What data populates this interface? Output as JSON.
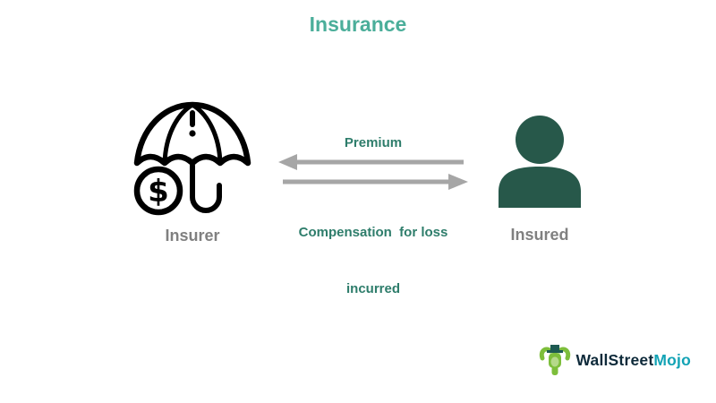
{
  "title": "Insurance",
  "colors": {
    "title_text": "#4BAE9A",
    "flow_label": "#2E7D6B",
    "arrow": "#A6A6A6",
    "entity_label": "#808080",
    "person": "#27584A",
    "icon_outline": "#000000",
    "logo_dark": "#0E2A3A",
    "logo_teal": "#13A3B5",
    "mascot_green": "#7DBE3B",
    "mascot_dark": "#1D5A52",
    "mascot_light": "#B5D98A"
  },
  "diagram": {
    "insurer": {
      "label": "Insurer",
      "icon": "umbrella-dollar-icon"
    },
    "insured": {
      "label": "Insured",
      "icon": "person-icon"
    },
    "flows": {
      "premium": {
        "label": "Premium",
        "direction": "insured-to-insurer"
      },
      "compensation": {
        "line1": "Compensation  for loss",
        "line2": "incurred",
        "direction": "insurer-to-insured"
      }
    }
  },
  "logo": {
    "brand_part1": "WallStreet",
    "brand_part2": "Mojo",
    "icon": "wallstreetmojo-mascot-icon"
  }
}
